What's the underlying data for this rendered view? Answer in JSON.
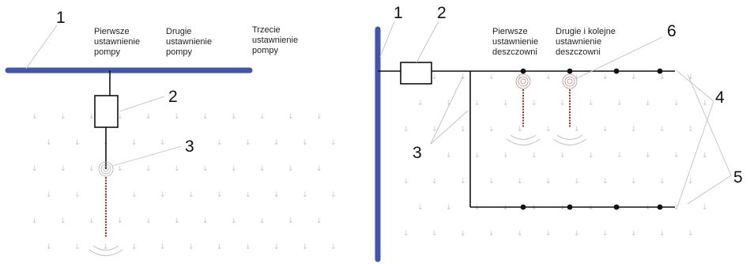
{
  "left": {
    "number_labels": [
      "1",
      "2",
      "3"
    ],
    "positions": [
      [
        "Pierwsze",
        "ustawnienie",
        "pompy"
      ],
      [
        "Drugie",
        "ustawnienie",
        "pompy"
      ],
      [
        "Trzecie",
        "ustawnienie",
        "pompy"
      ]
    ]
  },
  "right": {
    "number_labels": [
      "1",
      "2",
      "3",
      "4",
      "5",
      "6"
    ],
    "positions": [
      [
        "Pierwsze",
        "ustawnienie",
        "deszczowni"
      ],
      [
        "Drugie i kolejne",
        "ustawnienie",
        "deszczowni"
      ]
    ]
  },
  "colors": {
    "main_pipe": "#4356a8",
    "line": "#111111",
    "spray_line": "#a0302a",
    "leader": "#c0c0c0",
    "ground_arrow": "#c8c8c8",
    "sprinkler": "#b0b0b0"
  }
}
